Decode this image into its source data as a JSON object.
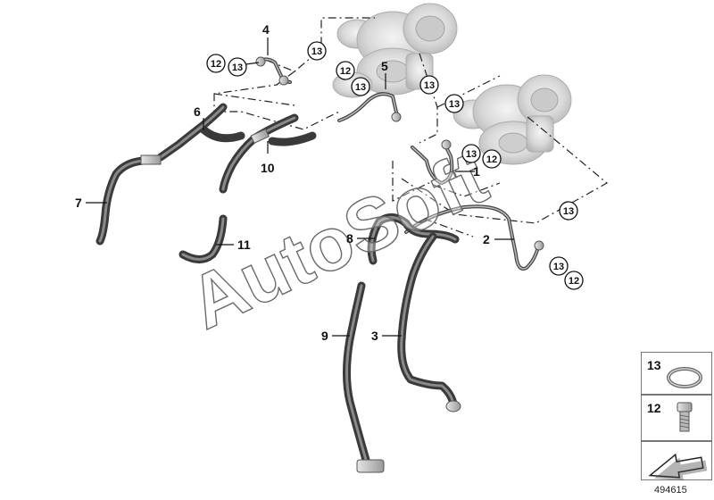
{
  "watermark": "AutoSoft",
  "diagram_number": "494615",
  "callouts": {
    "c1": "1",
    "c2": "2",
    "c3": "3",
    "c4": "4",
    "c5": "5",
    "c6": "6",
    "c7": "7",
    "c8": "8",
    "c9": "9",
    "c10": "10",
    "c11": "11"
  },
  "circled": {
    "n12": "12",
    "n13": "13"
  },
  "legend": [
    {
      "number": "13",
      "part": "sealing-ring"
    },
    {
      "number": "12",
      "part": "banjo-bolt"
    }
  ],
  "icons": {
    "turbocharger": "turbocharger-illustration",
    "arrow": "navigation-arrow-icon"
  }
}
